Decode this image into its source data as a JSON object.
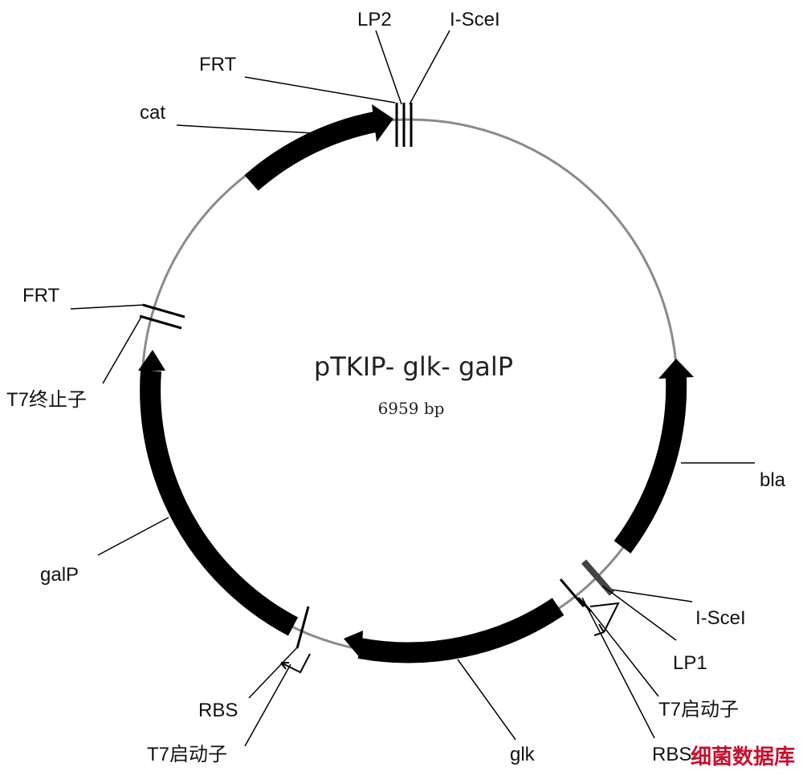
{
  "plasmid": {
    "name": "pTKIP- glk- galP",
    "size": "6959 bp"
  },
  "labels": {
    "lp2": "LP2",
    "iscei_top": "I-SceI",
    "frt_top": "FRT",
    "cat": "cat",
    "frt_left": "FRT",
    "t7_term": "T7终止子",
    "bla": "bla",
    "galp": "galP",
    "iscei_right": "I-SceI",
    "lp1": "LP1",
    "t7_prom_right": "T7启动子",
    "rbs_left": "RBS",
    "t7_prom_left": "T7启动子",
    "glk": "glk",
    "rbs_right": "RBS"
  },
  "watermark": "细菌数据库",
  "colors": {
    "backbone": "#8a8a8a",
    "feature": "#000000",
    "text": "#111111",
    "watermark": "#c8102e"
  }
}
